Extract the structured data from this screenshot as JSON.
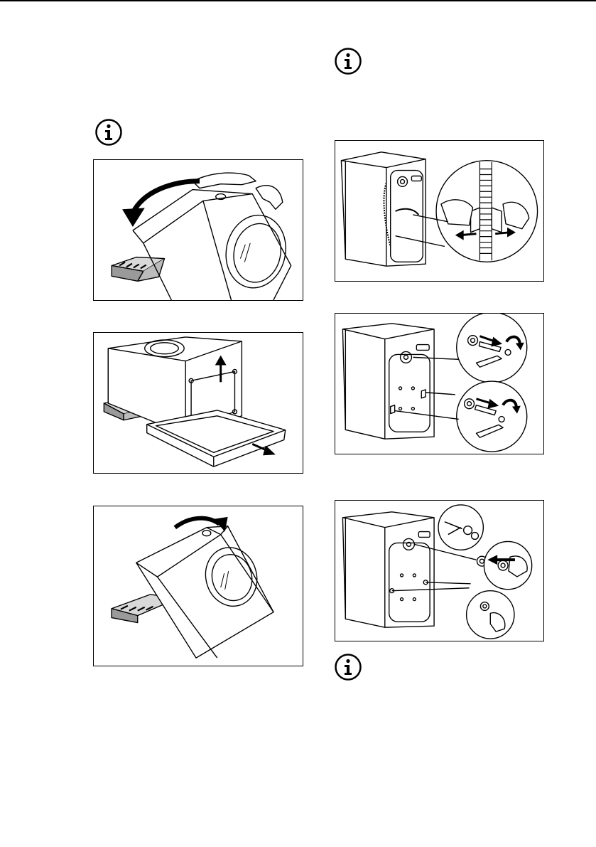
{
  "document": {
    "info_notices": [
      {
        "icon": "info-icon"
      },
      {
        "icon": "info-icon"
      },
      {
        "icon": "info-icon"
      }
    ],
    "figures": [
      {
        "name": "tilt-machine-backwards-onto-block"
      },
      {
        "name": "remove-base-from-machine"
      },
      {
        "name": "tilt-machine-upright"
      },
      {
        "name": "remove-hose-clips-from-back"
      },
      {
        "name": "unscrew-transit-bolts"
      },
      {
        "name": "insert-plastic-caps"
      }
    ]
  }
}
